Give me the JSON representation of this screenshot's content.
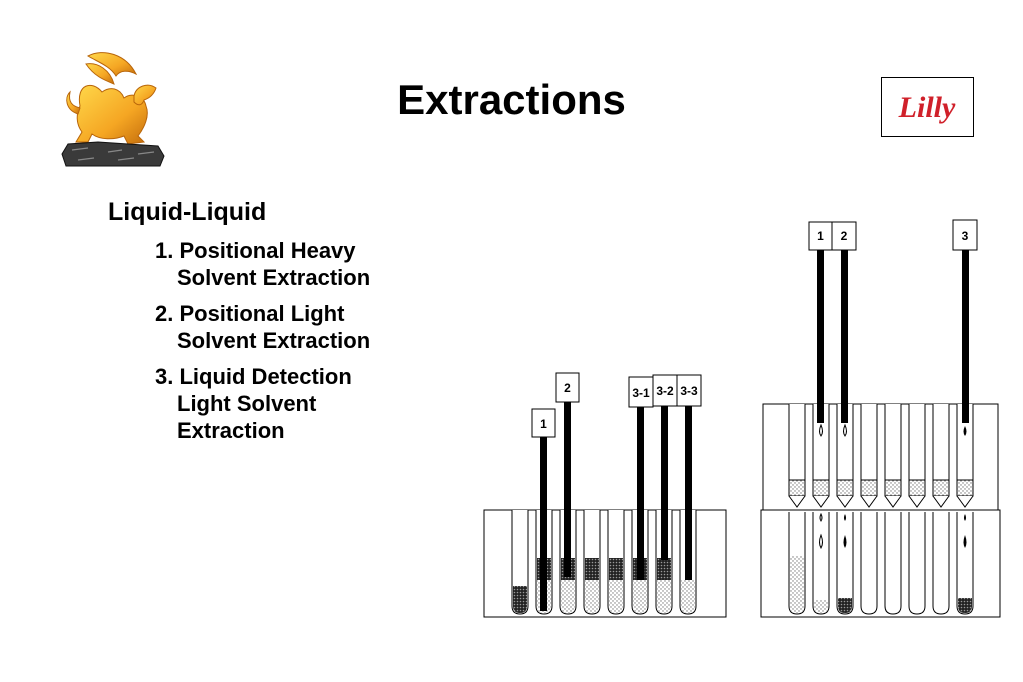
{
  "slide": {
    "title": "Extractions",
    "section_heading": "Liquid-Liquid",
    "items": [
      {
        "line1": "1.  Positional Heavy",
        "line2": "Solvent Extraction",
        "line3": ""
      },
      {
        "line1": "2. Positional Light",
        "line2": "Solvent Extraction",
        "line3": ""
      },
      {
        "line1": "3. Liquid Detection",
        "line2": "Light Solvent",
        "line3": "Extraction"
      }
    ]
  },
  "logos": {
    "left_icon": "griffin-on-rock-icon",
    "right_logo_text": "Lilly",
    "right_logo_color": "#d0202a"
  },
  "diagram_left": {
    "probe_labels": [
      "1",
      "2",
      "3-1",
      "3-2",
      "3-3"
    ]
  },
  "diagram_right": {
    "probe_labels": [
      "1",
      "2",
      "3"
    ]
  }
}
